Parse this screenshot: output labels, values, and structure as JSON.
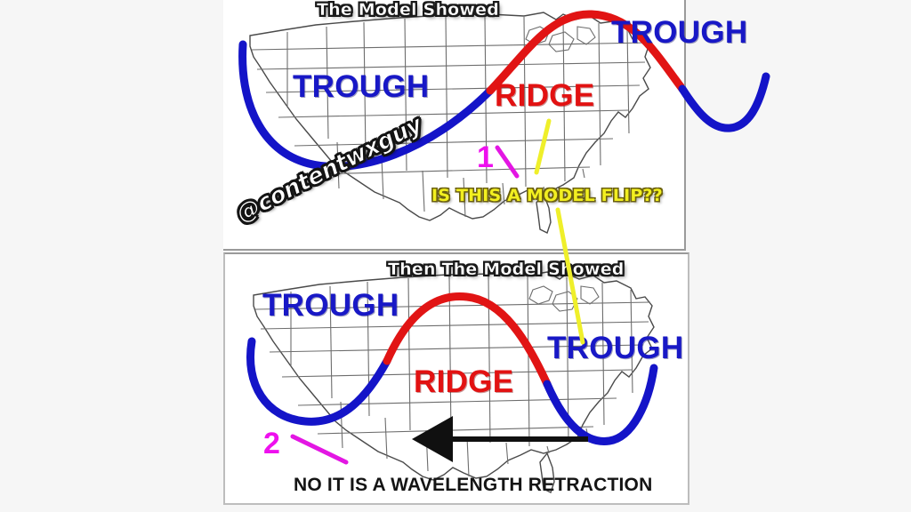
{
  "meme": {
    "background_color": "#f6f6f6",
    "panel_background": "#ffffff",
    "watermark": "@contentwxguy",
    "colors": {
      "trough_blue": "#1818c6",
      "ridge_red": "#e21212",
      "annotation_magenta": "#ee10ee",
      "annotation_yellow": "#efef2a",
      "caption_black": "#141414",
      "header_white": "#ffffff",
      "header_outline": "#1a1a1a",
      "map_outline": "#6d6d6d"
    }
  },
  "panel_top": {
    "header": "The Model Showed",
    "labels": {
      "trough_west": "TROUGH",
      "ridge_east": "RIDGE",
      "trough_northeast": "TROUGH",
      "trough_northeast_visible": "TROU"
    },
    "annotations": {
      "number": "1",
      "question": "IS THIS A MODEL FLIP??"
    }
  },
  "panel_bottom": {
    "header": "Then The Model Showed",
    "labels": {
      "trough_west": "TROUGH",
      "ridge_center": "RIDGE",
      "trough_east": "TROUGH"
    },
    "annotations": {
      "number": "2",
      "caption": "NO IT IS A WAVELENGTH RETRACTION"
    }
  }
}
